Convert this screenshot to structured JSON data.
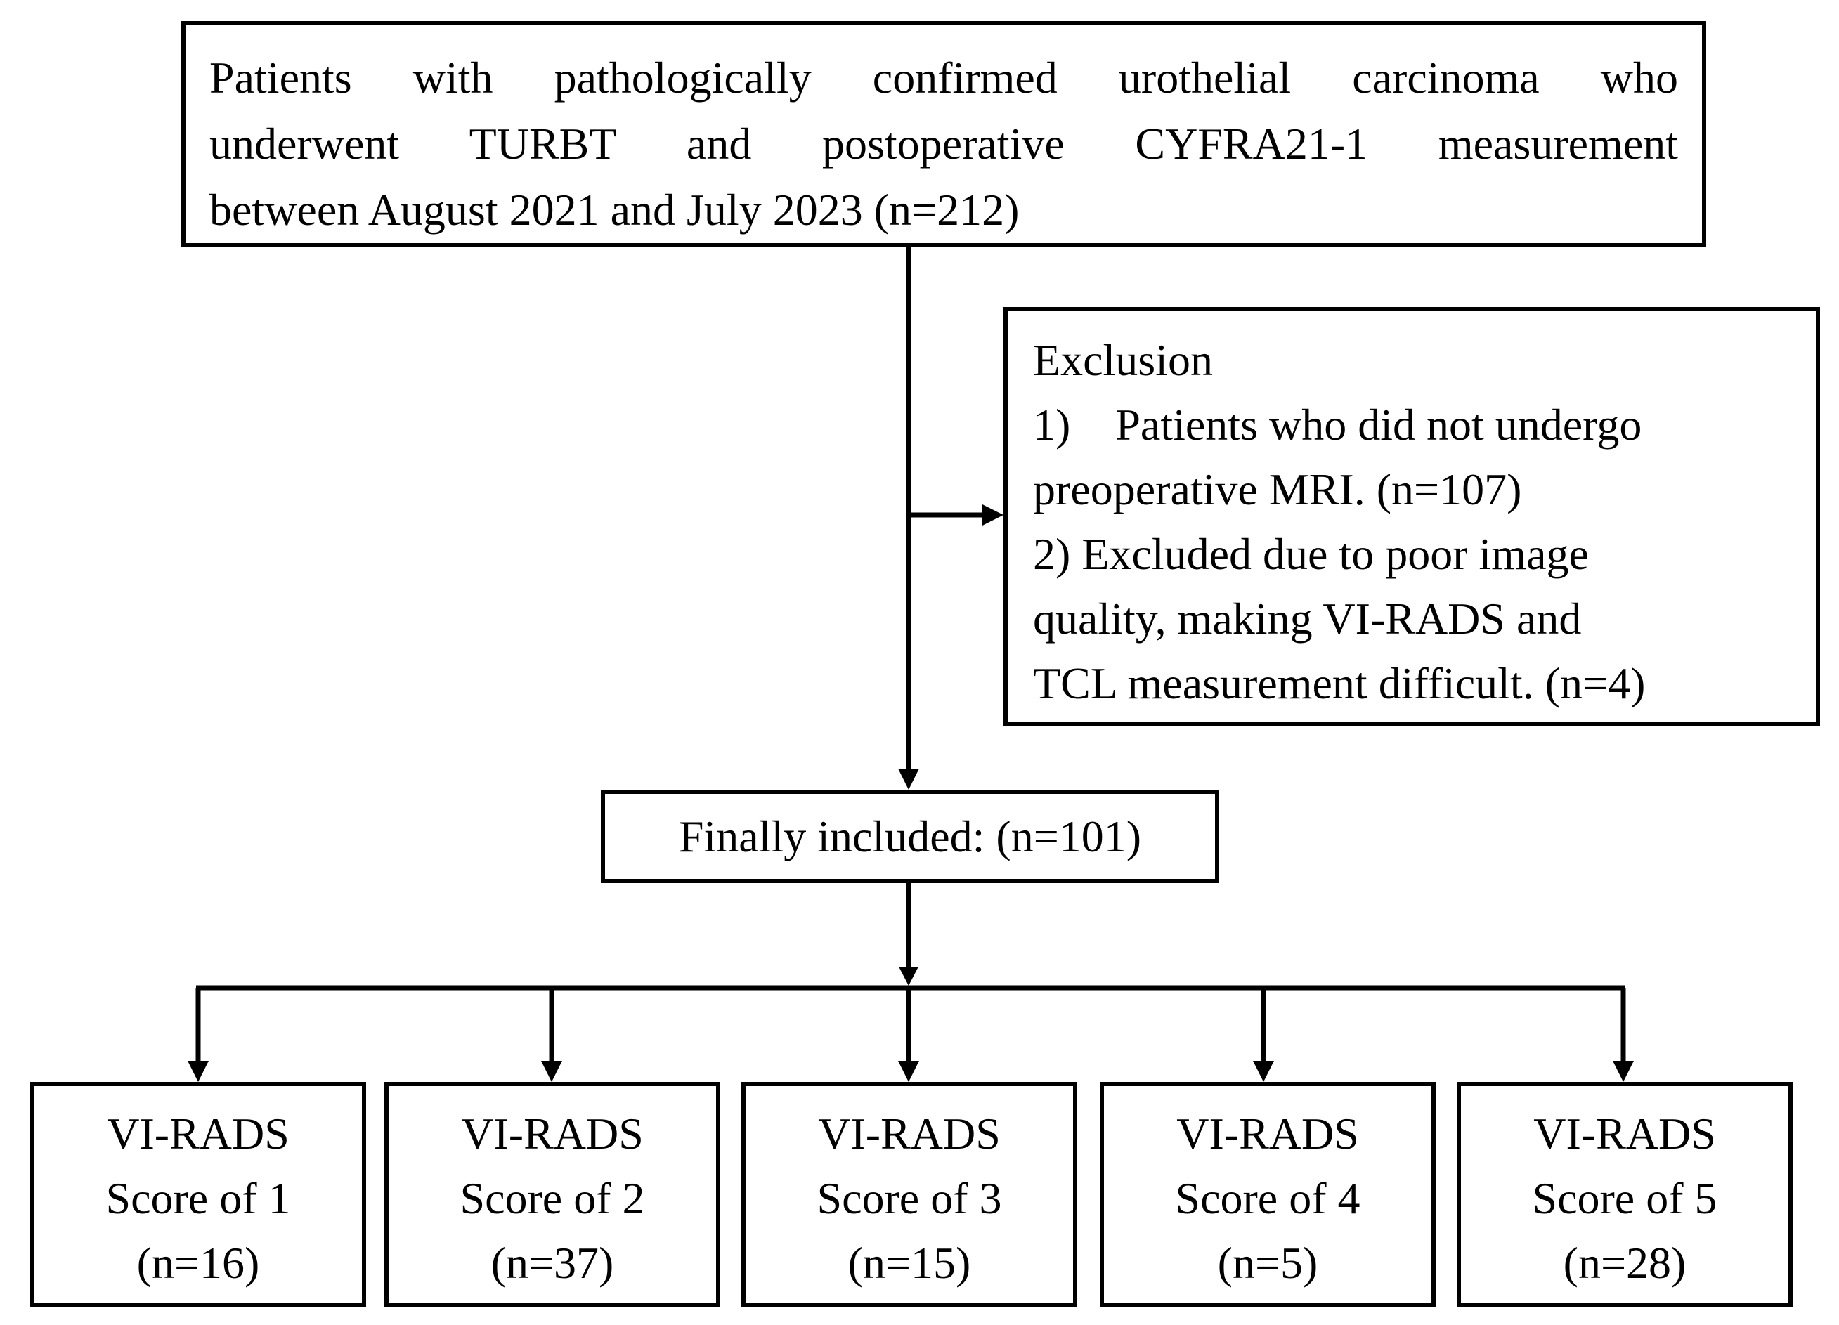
{
  "diagram": {
    "top_box": {
      "lines": [
        "Patients with pathologically confirmed urothelial carcinoma who",
        "underwent TURBT and postoperative CYFRA21-1 measurement",
        "between August 2021 and July 2023 (n=212)"
      ]
    },
    "exclusion_box": {
      "heading": "Exclusion",
      "lines": [
        "1) Patients who did not undergo",
        "preoperative MRI. (n=107)",
        "2) Excluded due to poor image",
        "quality, making VI-RADS and",
        "TCL measurement difficult. (n=4)"
      ]
    },
    "final_box": {
      "label": "Finally included: (n=101)"
    },
    "score_boxes": [
      {
        "title": "VI-RADS",
        "score": "Score of 1",
        "count": "(n=16)"
      },
      {
        "title": "VI-RADS",
        "score": "Score of 2",
        "count": "(n=37)"
      },
      {
        "title": "VI-RADS",
        "score": "Score of 3",
        "count": "(n=15)"
      },
      {
        "title": "VI-RADS",
        "score": "Score of 4",
        "count": "(n=5)"
      },
      {
        "title": "VI-RADS",
        "score": "Score of 5",
        "count": "(n=28)"
      }
    ],
    "colors": {
      "line": "#000000",
      "background": "#ffffff"
    }
  }
}
